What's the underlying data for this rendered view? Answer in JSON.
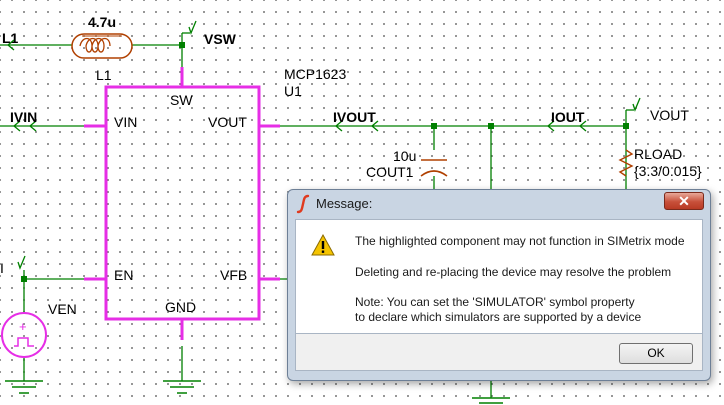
{
  "schematic": {
    "inductor_value": "4.7u",
    "inductor_ref": "L1",
    "left_net_label": "L1",
    "vsw_label": "VSW",
    "ic_part": "MCP1623",
    "ic_ref": "U1",
    "pins": {
      "sw": "SW",
      "vin": "VIN",
      "vout": "VOUT",
      "en": "EN",
      "vfb": "VFB",
      "gnd": "GND"
    },
    "ivin_label": "IVIN",
    "ivout_label": "IVOUT",
    "iout_label": "IOUT",
    "vout_label": "VOUT",
    "cap_value": "10u",
    "cap_ref": "COUT1",
    "rload_ref": "RLOAD",
    "rload_value": "{3.3/0.015}",
    "en_left_label": "I",
    "ven_label": "VEN",
    "hidden_label": "MCP"
  },
  "dialog": {
    "title": "Message:",
    "close_label": "✕",
    "line1": "The highlighted component may not function in SIMetrix mode",
    "line2": "Deleting and re-placing the device may resolve the problem",
    "line3": "Note: You can set the 'SIMULATOR' symbol property",
    "line4": "to declare which simulators are supported by a device",
    "ok_label": "OK"
  },
  "colors": {
    "wire": "#008000",
    "component_outline": "#e62ee6",
    "dialog_frame": "#c9d5e3",
    "close_button": "#c8503a"
  },
  "icons": [
    "simetrix-app-icon",
    "warning-icon",
    "close-icon",
    "ground-icon",
    "probe-icon"
  ]
}
